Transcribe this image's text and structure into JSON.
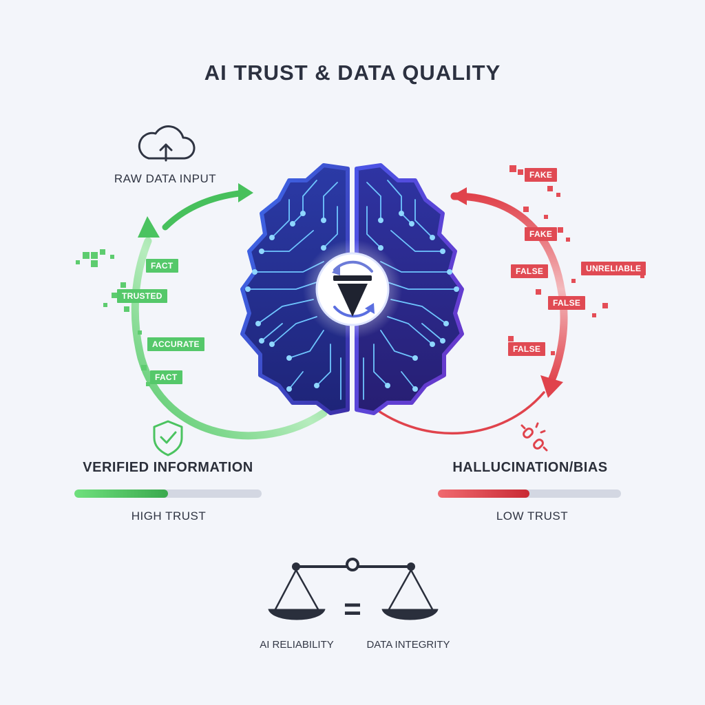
{
  "title": "AI TRUST & DATA QUALITY",
  "inputs": {
    "raw_data_label": "RAW DATA INPUT"
  },
  "left": {
    "heading": "VERIFIED INFORMATION",
    "trust_label": "HIGH TRUST",
    "trust_level": 0.5,
    "tags": [
      "FACT",
      "TRUSTED",
      "ACCURATE",
      "FACT"
    ]
  },
  "right": {
    "heading": "HALLUCINATION/BIAS",
    "trust_label": "LOW TRUST",
    "trust_level": 0.5,
    "tags": [
      "FAKE",
      "FAKE",
      "FALSE",
      "UNRELIABLE",
      "FALSE",
      "FALSE"
    ]
  },
  "balance": {
    "left_label": "AI RELIABILITY",
    "right_label": "DATA INTEGRITY",
    "equals": "="
  },
  "colors": {
    "good": "#55c86a",
    "bad": "#e04a53",
    "brain_blue": "#3b52c9",
    "brain_purple": "#6a3fd6",
    "circuit": "#6fc6ff",
    "text": "#2c3140"
  },
  "icons": {
    "top": "cloud-upload-icon",
    "left": "shield-check-icon",
    "right": "broken-chain-icon",
    "center": "filter-funnel-icon",
    "bottom": "balance-scale-icon"
  }
}
